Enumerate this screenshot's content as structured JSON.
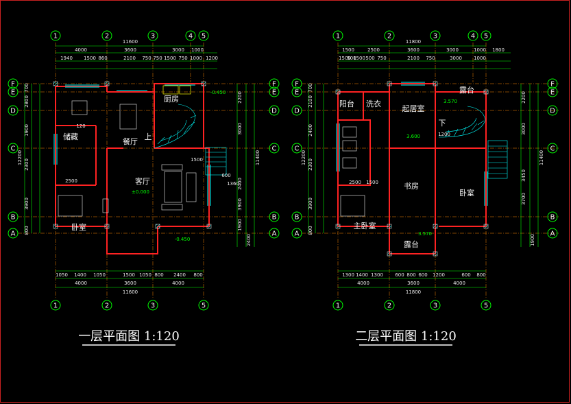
{
  "plans": [
    {
      "title": "一层平面图 1:120",
      "rooms": [
        "餐厅",
        "厨房",
        "储藏",
        "客厅",
        "卧室"
      ],
      "axes_top": [
        "1",
        "2",
        "3",
        "4",
        "5"
      ],
      "axes_bottom": [
        "1",
        "2",
        "3",
        "5"
      ],
      "axes_side": [
        "F",
        "E",
        "D",
        "C",
        "B",
        "A"
      ],
      "total_width": "11600",
      "total_depth": "11400",
      "elevations": [
        "-0.450",
        "±0.000",
        "-0.450"
      ],
      "dims_top_1": [
        "4000",
        "3600",
        "3000",
        "1000"
      ],
      "dims_top_2": [
        "1940",
        "1500",
        "860",
        "2100",
        "750",
        "750",
        "1500",
        "750",
        "1000",
        "1200"
      ],
      "dims_bottom_1": [
        "1050",
        "1400",
        "1050",
        "1500",
        "1050",
        "800",
        "2400",
        "800"
      ],
      "dims_bottom_2": [
        "4000",
        "3600",
        "4000"
      ],
      "dims_left": [
        "700",
        "2800",
        "1900",
        "2300",
        "3900",
        "800",
        "12200"
      ],
      "dims_right": [
        "2200",
        "3000",
        "2400",
        "3900",
        "1900",
        "2400"
      ],
      "labels": [
        "上",
        "1500",
        "1360",
        "600",
        "120",
        "2500"
      ]
    },
    {
      "title": "二层平面图 1:120",
      "rooms": [
        "阳台",
        "洗衣",
        "起居室",
        "露台",
        "书房",
        "卧室",
        "主卧室",
        "露台"
      ],
      "axes_top": [
        "1",
        "2",
        "3",
        "4",
        "5"
      ],
      "axes_bottom": [
        "1",
        "2",
        "3",
        "5"
      ],
      "axes_side": [
        "F",
        "E",
        "D",
        "C",
        "B",
        "A"
      ],
      "total_width": "11800",
      "total_depth": "11400",
      "elevations": [
        "3.570",
        "3.600",
        "3.570"
      ],
      "dims_top_1": [
        "1500",
        "2500",
        "3600",
        "3000",
        "1000",
        "1800"
      ],
      "dims_top_2": [
        "1500",
        "500",
        "1500",
        "500",
        "750",
        "2100",
        "750",
        "3000",
        "1000"
      ],
      "dims_bottom_1": [
        "1300",
        "1400",
        "1300",
        "600",
        "800",
        "600",
        "1200",
        "600",
        "800"
      ],
      "dims_bottom_2": [
        "4000",
        "3600",
        "4000"
      ],
      "dims_left": [
        "700",
        "2100",
        "2400",
        "2300",
        "3900",
        "800",
        "12200"
      ],
      "dims_right": [
        "2200",
        "3000",
        "3450",
        "3700",
        "1900"
      ],
      "labels": [
        "下",
        "1200",
        "1500",
        "2500"
      ]
    }
  ]
}
